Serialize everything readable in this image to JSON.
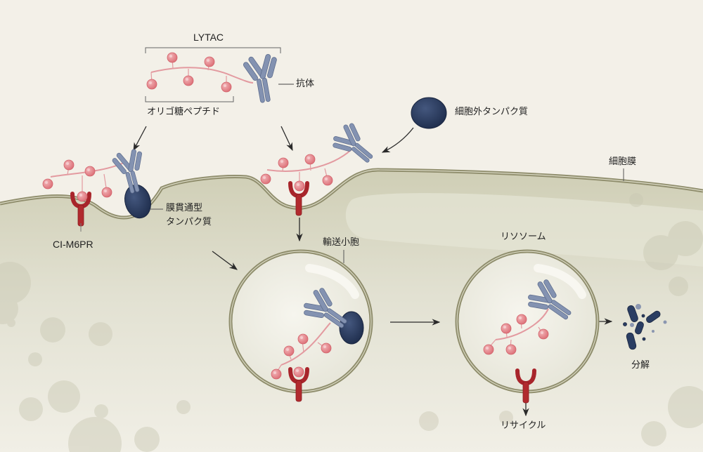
{
  "diagram": {
    "topic": "LYTAC-mediated degradation of extracellular/membrane proteins",
    "colors": {
      "background": "#f3f0e8",
      "cytoplasm": "#d8d7c4",
      "membrane": "#8f8d6c",
      "glycan": "#e48a90",
      "glycan_line": "#e39aa0",
      "antibody": "#7f8fae",
      "target_protein": "#2a3d62",
      "receptor": "#b12a2e",
      "arrow": "#2a2a2a"
    },
    "labels": {
      "lytac": "LYTAC",
      "antibody": "抗体",
      "glycopeptide": "オリゴ糖ペプチド",
      "extracellular_protein": "細胞外タンパク質",
      "cell_membrane": "細胞膜",
      "membrane_protein_line1": "膜貫通型",
      "membrane_protein_line2": "タンパク質",
      "receptor": "CI-M6PR",
      "transport_vesicle": "輸送小胞",
      "lysosome": "リソソーム",
      "recycle": "リサイクル",
      "degradation": "分解"
    },
    "nodes": [
      {
        "id": "lytac",
        "label": "LYTAC",
        "parts": [
          "オリゴ糖ペプチド",
          "抗体"
        ]
      },
      {
        "id": "membrane-protein",
        "label": "膜貫通型タンパク質"
      },
      {
        "id": "extracellular-protein",
        "label": "細胞外タンパク質"
      },
      {
        "id": "receptor",
        "label": "CI-M6PR"
      },
      {
        "id": "vesicle",
        "label": "輸送小胞"
      },
      {
        "id": "lysosome",
        "label": "リソソーム"
      },
      {
        "id": "recycle",
        "label": "リサイクル"
      },
      {
        "id": "degradation",
        "label": "分解"
      }
    ],
    "edges": [
      {
        "from": "lytac",
        "to": "membrane-protein"
      },
      {
        "from": "lytac",
        "to": "receptor"
      },
      {
        "from": "extracellular-protein",
        "to": "receptor"
      },
      {
        "from": "receptor",
        "to": "vesicle"
      },
      {
        "from": "membrane-protein",
        "to": "vesicle"
      },
      {
        "from": "vesicle",
        "to": "lysosome"
      },
      {
        "from": "lysosome",
        "to": "degradation"
      },
      {
        "from": "lysosome",
        "to": "recycle"
      }
    ]
  }
}
